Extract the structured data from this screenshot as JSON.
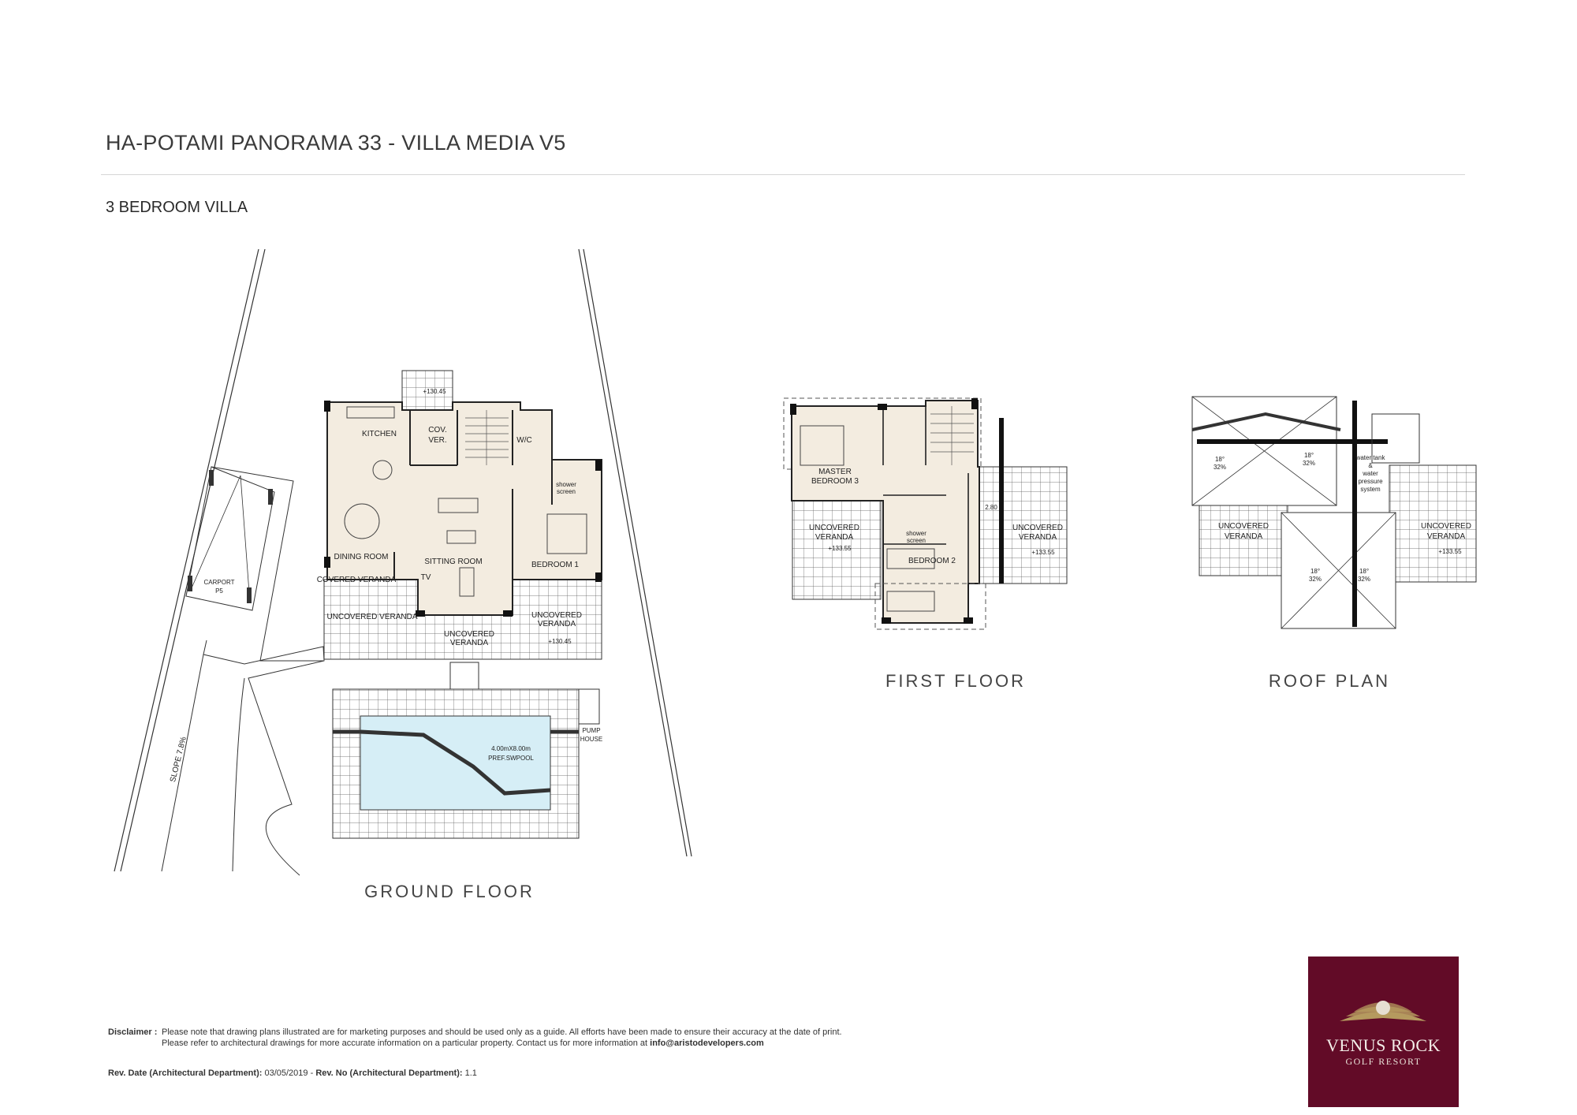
{
  "header": {
    "title": "HA-POTAMI PANORAMA 33 - VILLA MEDIA  V5",
    "subtitle": "3 BEDROOM VILLA"
  },
  "plans": {
    "ground": {
      "label": "GROUND FLOOR",
      "rooms": {
        "kitchen": "KITCHEN",
        "cov_ver_1": "COV.",
        "cov_ver_2": "VER.",
        "wc": "W/C",
        "shower_1": "shower",
        "shower_2": "screen",
        "dining": "DINING ROOM",
        "sitting": "SITTING ROOM",
        "bedroom1": "BEDROOM 1",
        "covered_veranda": "COVERED VERANDA",
        "tv": "TV",
        "uncovered_left": "UNCOVERED VERANDA",
        "uncovered_mid_1": "UNCOVERED",
        "uncovered_mid_2": "VERANDA",
        "uncovered_right_1": "UNCOVERED",
        "uncovered_right_2": "VERANDA",
        "level_top": "+130.45",
        "level_right": "+130.45",
        "carport_1": "CARPORT",
        "carport_2": "P5",
        "slope": "SLOPE 7.8%",
        "pump_1": "PUMP",
        "pump_2": "HOUSE",
        "pool_1": "4.00mX8.00m",
        "pool_2": "PREF.SWPOOL"
      }
    },
    "first": {
      "label": "FIRST FLOOR",
      "rooms": {
        "master_1": "MASTER",
        "master_2": "BEDROOM 3",
        "ver_left_1": "UNCOVERED",
        "ver_left_2": "VERANDA",
        "level_left": "+133.55",
        "shower_1": "shower",
        "shower_2": "screen",
        "bedroom2": "BEDROOM 2",
        "ver_right_1": "UNCOVERED",
        "ver_right_2": "VERANDA",
        "level_right": "+133.55",
        "height": "2.80"
      }
    },
    "roof": {
      "label": "ROOF PLAN",
      "rooms": {
        "ver_left_1": "UNCOVERED",
        "ver_left_2": "VERANDA",
        "ver_right_1": "UNCOVERED",
        "ver_right_2": "VERANDA",
        "level_right": "+133.55",
        "tank_1": "water tank",
        "tank_2": "&",
        "tank_3": "water",
        "tank_4": "pressure",
        "tank_5": "system",
        "pitch_deg": "18°",
        "pitch_pct": "32%"
      }
    }
  },
  "footer": {
    "disclaimer_label": "Disclaimer :",
    "disclaimer_line1": "Please note that drawing plans illustrated are for marketing purposes and should be used only as a guide. All efforts have been made to ensure their accuracy at the date of print.",
    "disclaimer_line2": "Please refer to architectural drawings for more accurate information on a particular property. Contact us for more information at ",
    "email": "info@aristodevelopers.com",
    "rev_date_label": "Rev. Date (Architectural Department):",
    "rev_date": "03/05/2019",
    "rev_sep": " - ",
    "rev_no_label": "Rev. No (Architectural Department):",
    "rev_no": "1.1"
  },
  "logo": {
    "line1": "VENUS ROCK",
    "line2": "GOLF RESORT",
    "bg_color": "#620b27",
    "gold": "#b59a5f"
  },
  "colors": {
    "interior": "#f3ece0",
    "pool": "#d6eef6",
    "wall": "#1a1a1a"
  }
}
